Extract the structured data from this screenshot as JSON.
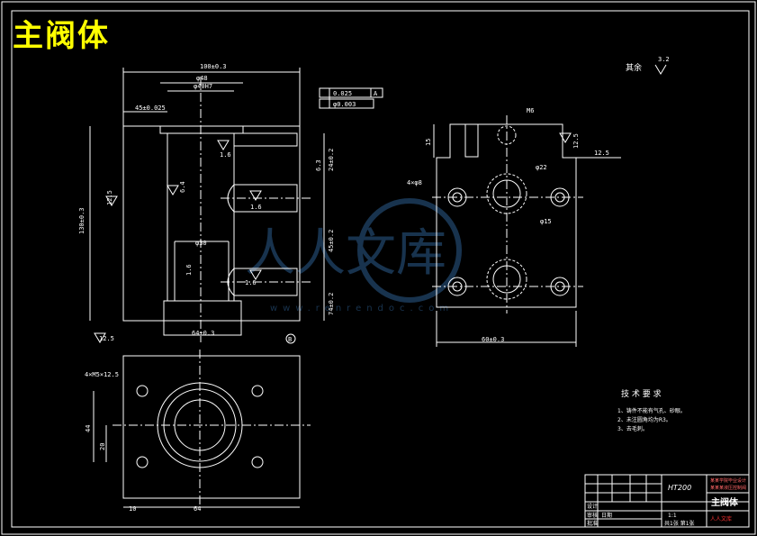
{
  "drawing": {
    "title": "主阀体",
    "surface_note": "其余",
    "surface_note_value": "3.2",
    "watermark_brand": "人人文库",
    "watermark_url": "www.renrendoc.com",
    "tech_title": "技 术 要 求",
    "tech_items": [
      "1、铸件不能有气孔、砂眼。",
      "2、未注圆角均为R3。",
      "3、去毛刺。"
    ]
  },
  "dimensions": {
    "top_width": "100±0.3",
    "bore_d48": "φ48",
    "bore_d40": "φ40H7",
    "left_offset": "45±0.025",
    "total_height": "130±0.3",
    "rough_left": "12.5",
    "rough_mid": "6.4",
    "rough_a": "1.6",
    "rough_b": "1.6",
    "rough_c": "1.6",
    "rough_d": "1.6",
    "rough_e": "6.3",
    "rough_f": "12.5",
    "dim_24": "24±0.2",
    "dim_45": "45±0.2",
    "dim_74": "74±0.2",
    "dim_30": "φ30",
    "dim_bottom": "64±0.3",
    "fc_perp": "0.025",
    "fc_pos": "φ0.003",
    "fc_datum": "A",
    "datum_label": "B",
    "right_width": "60±0.3",
    "right_h1": "15",
    "right_h2": "12.5",
    "right_rough": "12.5",
    "right_d8": "4×φ8",
    "right_m6": "M6",
    "right_d22": "φ22",
    "right_d15": "φ15",
    "bottom_dim_44": "44",
    "bottom_dim_20": "20",
    "bottom_dim_10": "10",
    "bottom_dim_64": "64",
    "bottom_hole": "4×M5×12.5"
  },
  "title_block": {
    "material": "HT200",
    "part_name": "主阀体",
    "school": "某某学院毕业设计",
    "subtitle": "某某某液压控制阀",
    "row_design": "设计",
    "row_check": "审核",
    "row_approve": "批准",
    "row_date": "日期",
    "scale": "1:1",
    "sheet": "共1张 第1张",
    "brand": "人人文库"
  }
}
